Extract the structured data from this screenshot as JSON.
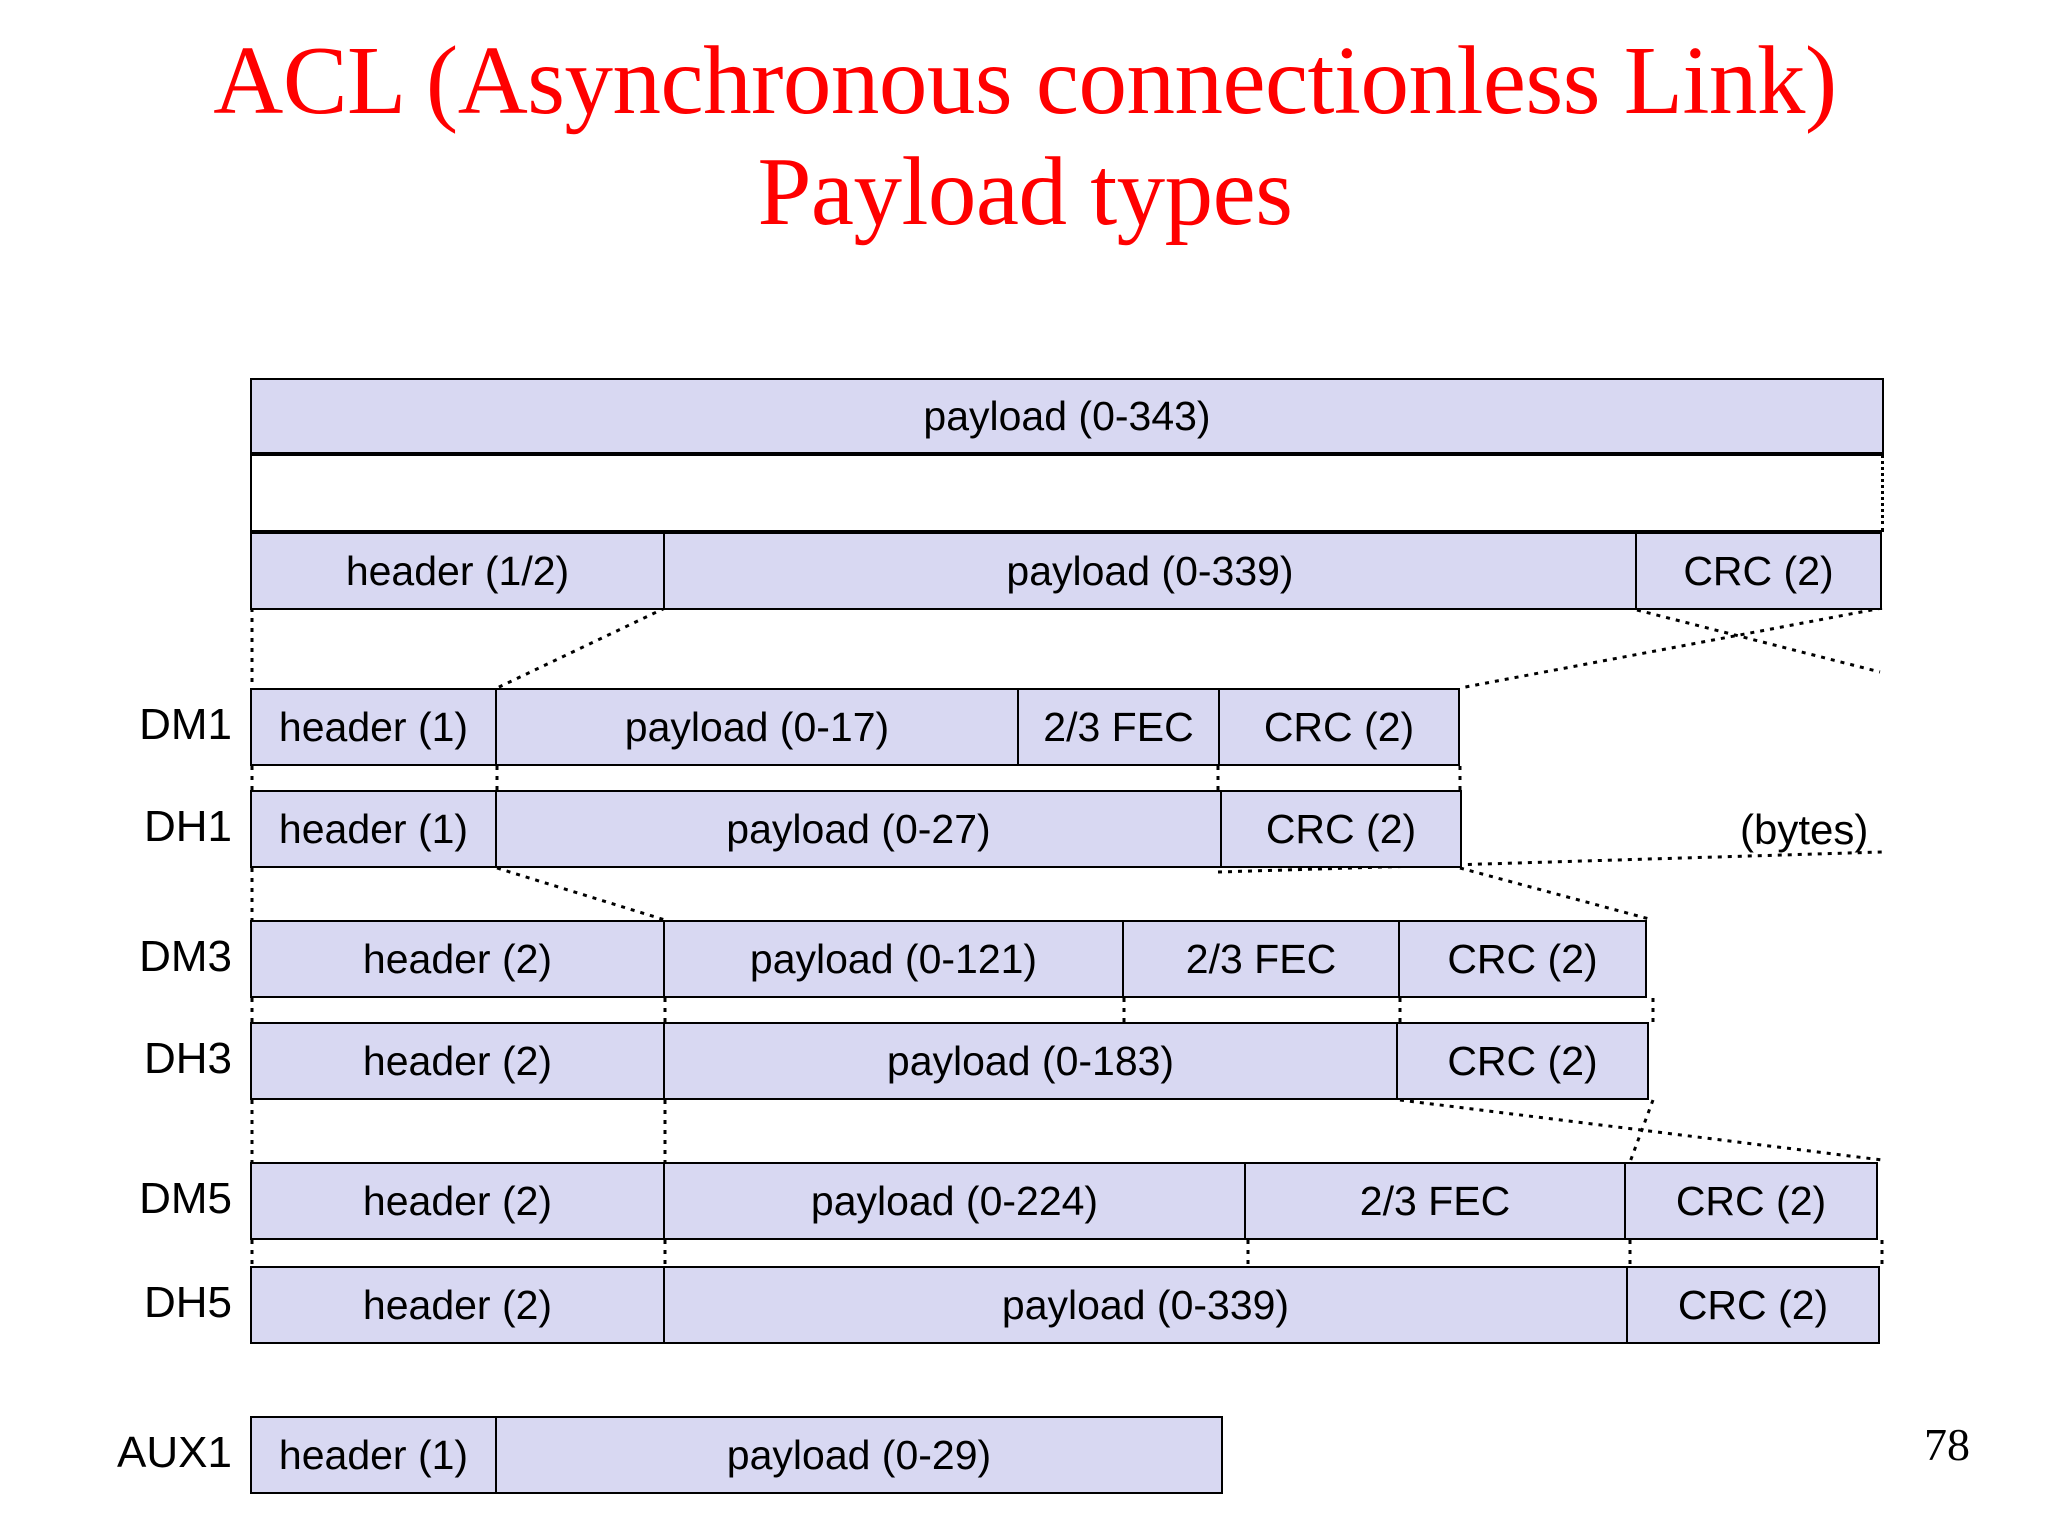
{
  "slide": {
    "title": "ACL (Asynchronous connectionless Link) Payload types",
    "page_number": "78",
    "unit_note": "(bytes)",
    "title_color": "#FF0000",
    "box_fill_color": "#D8D8F2",
    "box_border_color": "#000000",
    "background_color": "#FFFFFF"
  },
  "diagram": {
    "type": "packet-structure",
    "rows": [
      {
        "label": "",
        "cells": [
          {
            "text": "payload (0-343)"
          }
        ]
      },
      {
        "label": "",
        "cells": [
          {
            "text": ""
          }
        ]
      },
      {
        "label": "",
        "cells": [
          {
            "text": "header (1/2)"
          },
          {
            "text": "payload (0-339)"
          },
          {
            "text": "CRC (2)"
          }
        ]
      },
      {
        "label": "DM1",
        "cells": [
          {
            "text": "header (1)"
          },
          {
            "text": "payload (0-17)"
          },
          {
            "text": "2/3 FEC"
          },
          {
            "text": "CRC (2)"
          }
        ]
      },
      {
        "label": "DH1",
        "cells": [
          {
            "text": "header (1)"
          },
          {
            "text": "payload (0-27)"
          },
          {
            "text": "CRC (2)"
          }
        ]
      },
      {
        "label": "DM3",
        "cells": [
          {
            "text": "header (2)"
          },
          {
            "text": "payload (0-121)"
          },
          {
            "text": "2/3 FEC"
          },
          {
            "text": "CRC (2)"
          }
        ]
      },
      {
        "label": "DH3",
        "cells": [
          {
            "text": "header (2)"
          },
          {
            "text": "payload (0-183)"
          },
          {
            "text": "CRC (2)"
          }
        ]
      },
      {
        "label": "DM5",
        "cells": [
          {
            "text": "header (2)"
          },
          {
            "text": "payload (0-224)"
          },
          {
            "text": "2/3 FEC"
          },
          {
            "text": "CRC (2)"
          }
        ]
      },
      {
        "label": "DH5",
        "cells": [
          {
            "text": "header (2)"
          },
          {
            "text": "payload (0-339)"
          },
          {
            "text": "CRC (2)"
          }
        ]
      },
      {
        "label": "AUX1",
        "cells": [
          {
            "text": "header (1)"
          },
          {
            "text": "payload (0-29)"
          }
        ]
      }
    ]
  }
}
